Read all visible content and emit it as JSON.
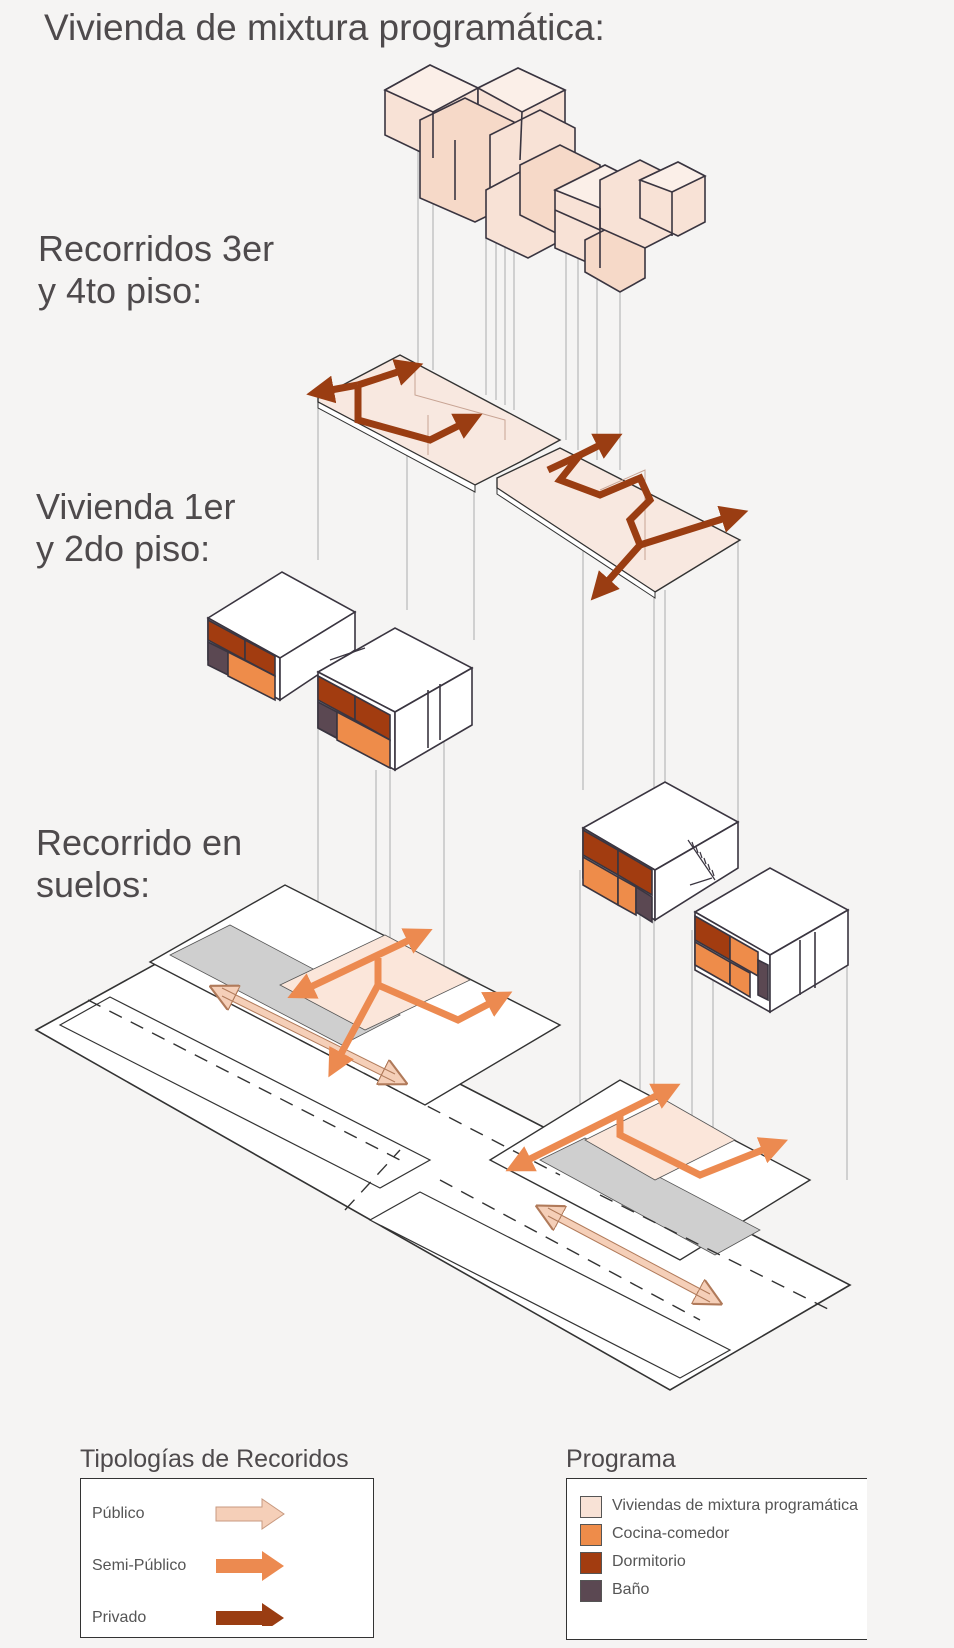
{
  "title": "Vivienda de mixtura programática:",
  "sections": {
    "floors_3_4": [
      "Recorridos  3er",
      "y 4to piso:"
    ],
    "floors_1_2": [
      "Vivienda 1er",
      "y 2do piso:"
    ],
    "ground": [
      "Recorrido en",
      "suelos:"
    ]
  },
  "colors": {
    "publico": "#f5cfb8",
    "semi_publico": "#ec8a50",
    "privado": "#9a3d12",
    "viviendas": "#f8e2d6",
    "cocina": "#ee8c4a",
    "dormitorio": "#a23c10",
    "bano": "#5b4852",
    "sidewalk": "#cfcfcf"
  },
  "legend_recorridos": {
    "title": "Tipologías de Recoridos",
    "items": [
      {
        "label": "Público",
        "color": "#f5cfb8"
      },
      {
        "label": "Semi-Público",
        "color": "#ec8a50"
      },
      {
        "label": "Privado",
        "color": "#9a3d12"
      }
    ]
  },
  "legend_programa": {
    "title": "Programa",
    "items": [
      {
        "label": "Viviendas de mixtura programática",
        "color": "#f8e2d6"
      },
      {
        "label": "Cocina-comedor",
        "color": "#ee8c4a"
      },
      {
        "label": "Dormitorio",
        "color": "#a23c10"
      },
      {
        "label": "Baño",
        "color": "#5b4852"
      }
    ]
  }
}
